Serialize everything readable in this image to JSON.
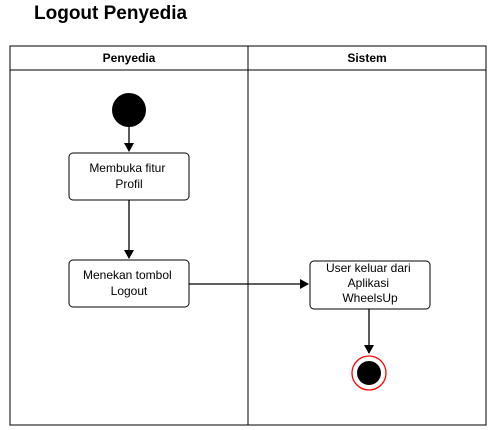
{
  "title": "Logout Penyedia",
  "lanes": [
    "Penyedia",
    "Sistem"
  ],
  "nodes": {
    "start": {
      "type": "initial"
    },
    "open_profile": {
      "type": "action",
      "lines": [
        "Membuka fitur",
        "Profil"
      ]
    },
    "press_logout": {
      "type": "action",
      "lines": [
        "Menekan tombol",
        "Logout"
      ]
    },
    "user_exit": {
      "type": "action",
      "lines": [
        "User keluar dari",
        "Aplikasi",
        "WheelsUp"
      ]
    },
    "end": {
      "type": "final"
    }
  },
  "colors": {
    "stroke": "#000000",
    "final_ring": "#ff0000"
  }
}
